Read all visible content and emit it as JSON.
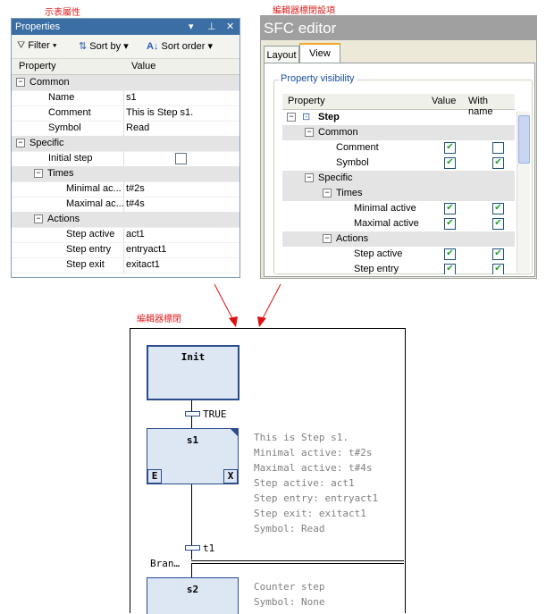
{
  "labels": {
    "properties_caption": "示表屬性",
    "sfc_caption": "編輯器標閉設項",
    "diagram_caption": "編輯器標閉"
  },
  "properties": {
    "title": "Properties",
    "pin": "ᵖ",
    "close": "✕",
    "toolbar": {
      "filter": "Filter",
      "sort_by": "Sort by",
      "sort_order": "Sort order"
    },
    "columns": {
      "property": "Property",
      "value": "Value"
    },
    "rows": [
      {
        "name": "Common",
        "value": "",
        "cat": true
      },
      {
        "name": "Name",
        "value": "s1"
      },
      {
        "name": "Comment",
        "value": "This is Step s1."
      },
      {
        "name": "Symbol",
        "value": "Read"
      },
      {
        "name": "Specific",
        "value": "",
        "cat": true
      },
      {
        "name": "Initial step",
        "value": ""
      },
      {
        "name": "Times",
        "value": "",
        "cat": true
      },
      {
        "name": "Minimal  ac...",
        "value": "t#2s"
      },
      {
        "name": "Maximal ac...",
        "value": "t#4s"
      },
      {
        "name": "Actions",
        "value": "",
        "cat": true
      },
      {
        "name": "Step active",
        "value": "act1"
      },
      {
        "name": "Step entry",
        "value": "entryact1"
      },
      {
        "name": "Step exit",
        "value": "exitact1"
      }
    ]
  },
  "sfc_editor": {
    "title": "SFC editor",
    "tabs": [
      "Layout",
      "View"
    ],
    "group_label": "Property visibility",
    "columns": {
      "property": "Property",
      "value": "Value",
      "with_name": "With name"
    },
    "rows": [
      {
        "name": "Step",
        "cat": false,
        "bold": true
      },
      {
        "name": "Common",
        "cat": true
      },
      {
        "name": "Comment",
        "value": true,
        "with_name": false
      },
      {
        "name": "Symbol",
        "value": true,
        "with_name": true
      },
      {
        "name": "Specific",
        "cat": true
      },
      {
        "name": "Times",
        "cat": true
      },
      {
        "name": "Minimal active",
        "value": true,
        "with_name": true
      },
      {
        "name": "Maximal active",
        "value": true,
        "with_name": true
      },
      {
        "name": "Actions",
        "cat": true
      },
      {
        "name": "Step active",
        "value": true,
        "with_name": true
      },
      {
        "name": "Step entry",
        "value": true,
        "with_name": true
      }
    ]
  },
  "diagram": {
    "init_step": "Init",
    "transition1": "TRUE",
    "step1": "s1",
    "qual_e": "E",
    "qual_x": "X",
    "annotations_s1": [
      "This is Step s1.",
      "Minimal active: t#2s",
      "Maximal active: t#4s",
      "Step active: act1",
      "Step entry: entryact1",
      "Step exit: exitact1",
      "Symbol: Read"
    ],
    "transition2": "t1",
    "branch": "Bran…",
    "step2": "s2",
    "annotations_s2": [
      "Counter step",
      "Symbol: None"
    ]
  },
  "colors": {
    "arrow": "#e01010",
    "titlebar": "#3a6ea5",
    "check": "#21a121"
  }
}
